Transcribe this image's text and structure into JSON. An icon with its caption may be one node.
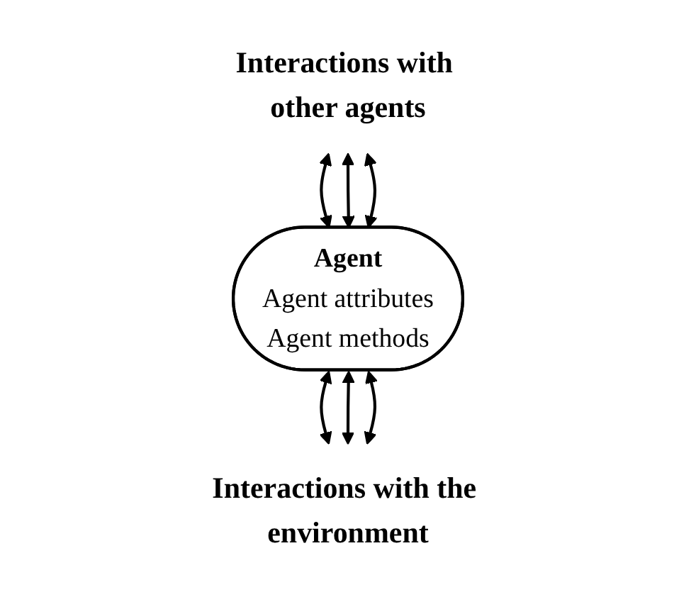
{
  "diagram": {
    "nodes": [
      {
        "text": [
          "Interactions with other agents"
        ]
      },
      {
        "text": [
          "Agent",
          "Agent attributes",
          "Agent methods"
        ]
      },
      {
        "text": [
          "Interactions with the environment"
        ]
      }
    ],
    "edges": [
      {
        "from": 0,
        "to": 1,
        "arrow": "both"
      },
      {
        "from": 0,
        "to": 1,
        "arrow": "both"
      },
      {
        "from": 0,
        "to": 1,
        "arrow": "both"
      },
      {
        "from": 1,
        "to": 2,
        "arrow": "both"
      },
      {
        "from": 1,
        "to": 2,
        "arrow": "both"
      },
      {
        "from": 1,
        "to": 2,
        "arrow": "both"
      }
    ]
  }
}
